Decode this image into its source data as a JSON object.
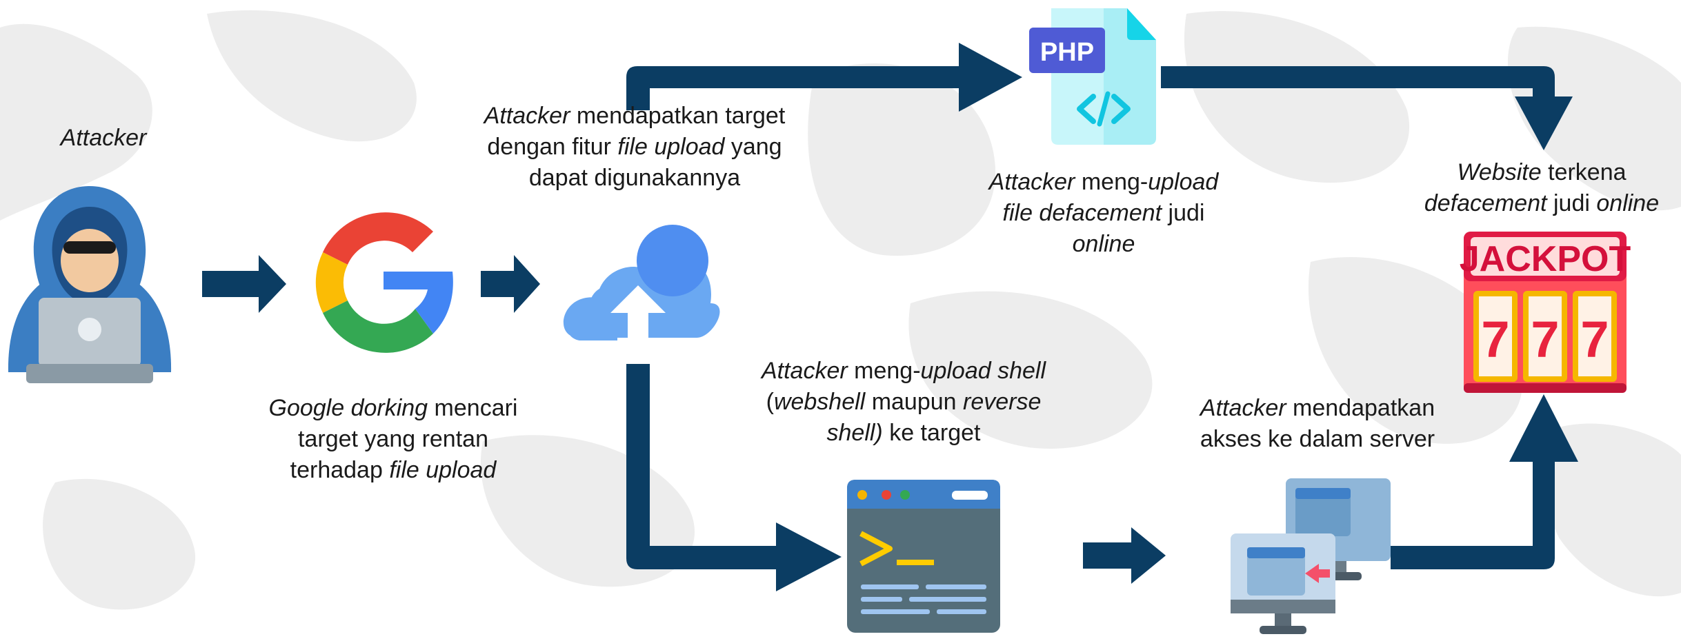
{
  "colors": {
    "arrow": "#0b3d63",
    "map": "#ededed",
    "text": "#1a1a1a"
  },
  "icons": {
    "attacker": "hooded-hacker-laptop-icon",
    "google": "google-g-logo-icon",
    "cloud": "cloud-upload-icon",
    "php": "php-file-icon",
    "terminal": "terminal-window-icon",
    "servers": "remote-access-computers-icon",
    "jackpot": "slot-machine-jackpot-icon"
  },
  "php_badge_text": "PHP",
  "jackpot_sign_text": "JACKPOT",
  "jackpot_reel_digit": "7",
  "labels": {
    "attacker": {
      "l1": "Attacker"
    },
    "google": {
      "l1a": "Google dorking",
      "l1b": " mencari",
      "l2": "target yang rentan",
      "l3a": "terhadap ",
      "l3b": "file upload"
    },
    "target": {
      "l1a": "Attacker",
      "l1b": " mendapatkan target",
      "l2a": "dengan fitur ",
      "l2b": "file upload",
      "l2c": " yang",
      "l3": "dapat digunakannya"
    },
    "upload_def": {
      "l1a": "Attacker",
      "l1b": " meng-",
      "l1c": "upload",
      "l2a": "file defacement",
      "l2b": " judi",
      "l3": "online"
    },
    "website": {
      "l1a": "Website",
      "l1b": " terkena",
      "l2a": "defacement",
      "l2b": " judi ",
      "l2c": "online"
    },
    "shell": {
      "l1a": "Attacker",
      "l1b": " meng-",
      "l1c": "upload shell",
      "l2a": "(",
      "l2b": "webshell",
      "l2c": " maupun ",
      "l2d": "reverse",
      "l3a": "shell)",
      "l3b": " ke target"
    },
    "access": {
      "l1a": "Attacker",
      "l1b": " mendapatkan",
      "l2": "akses ke dalam server"
    }
  }
}
